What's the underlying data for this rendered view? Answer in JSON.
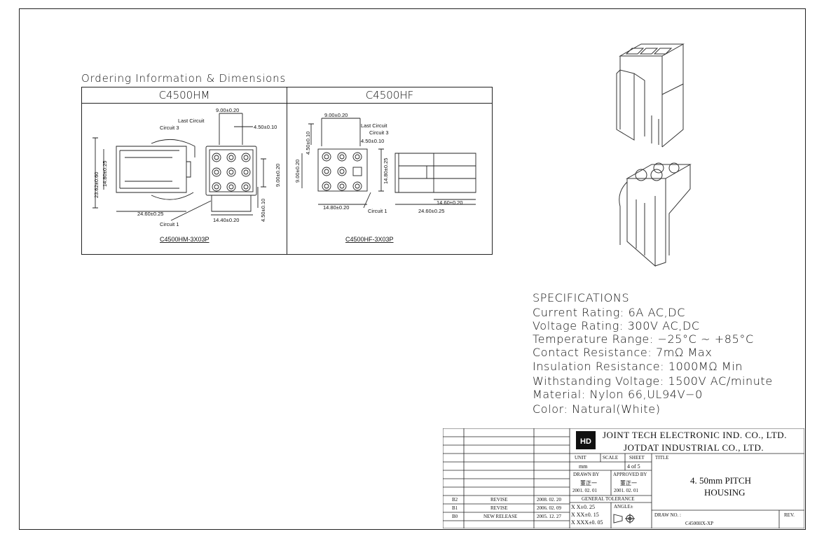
{
  "ordering": {
    "heading": "Ordering Information & Dimensions",
    "col_male": "C4500HM",
    "col_female": "C4500HF",
    "part_male": "C4500HM-3X03P",
    "part_female": "C4500HF-3X03P",
    "male_dims": {
      "top": "9.00±0.20",
      "last_circuit": "Last Circuit",
      "circuit3": "Circuit 3",
      "pitch": "4.50±0.10",
      "h1": "23.62±0.60",
      "h2": "14.80±0.25",
      "side": "9.00±0.20",
      "len": "24.60±0.25",
      "circuit1": "Circuit 1",
      "w": "14.40±0.20",
      "pitch2": "4.50±0.10"
    },
    "female_dims": {
      "top": "9.00±0.20",
      "last_circuit": "Last Circuit",
      "circuit3": "Circuit 3",
      "pitch": "4.50±0.10",
      "vpitch": "4.50±0.10",
      "left": "9.00±0.20",
      "h": "14.80±0.25",
      "w": "14.80±0.20",
      "circuit1": "Circuit 1",
      "side": "14.60±0.20",
      "len": "24.60±0.25"
    }
  },
  "specs": {
    "title": "SPECIFICATIONS",
    "lines": [
      "Current Rating: 6A AC,DC",
      "Voltage Rating: 300V AC,DC",
      "Temperature Range: −25°C ~ +85°C",
      "Contact Resistance: 7mΩ Max",
      "Insulation Resistance: 1000MΩ Min",
      "Withstanding Voltage: 1500V AC/minute",
      "Material: Nylon 66,UL94V−0",
      "Color: Natural(White)"
    ]
  },
  "title_block": {
    "company1": "JOINT TECH ELECTRONIC IND. CO., LTD.",
    "company2": "JOTDAT INDUSTRIAL CO., LTD.",
    "unit_label": "UNIT",
    "scale_label": "SCALE",
    "sheet_label": "SHEET",
    "title_label": "TITLE",
    "unit": "mm",
    "sheet": "4 of 5",
    "drawn_by_label": "DRAWN BY",
    "approved_by_label": "APPROVED BY",
    "drawn_by": "董正一",
    "approved_by": "董正一",
    "drawn_date": "2001. 02. 01",
    "approved_date": "2001. 02. 01",
    "title1": "4. 50mm PITCH",
    "title2": "HOUSING",
    "tolerance_label": "GENERAL TOLERANCE",
    "tol1": "X X±0. 25",
    "tol2": "X XX±0. 15",
    "tol3": "X XXX±0. 05",
    "angle_label": "ANGLE±",
    "drawno_label": "DRAW NO. :",
    "drawno": "C4500HX-XP",
    "rev_label": "REV.",
    "revisions": [
      {
        "rev": "B2",
        "desc": "REVISE",
        "date": "2008. 02. 20"
      },
      {
        "rev": "B1",
        "desc": "REVISE",
        "date": "2006. 02. 09"
      },
      {
        "rev": "B0",
        "desc": "NEW RELEASE",
        "date": "2005. 12. 27"
      }
    ]
  }
}
